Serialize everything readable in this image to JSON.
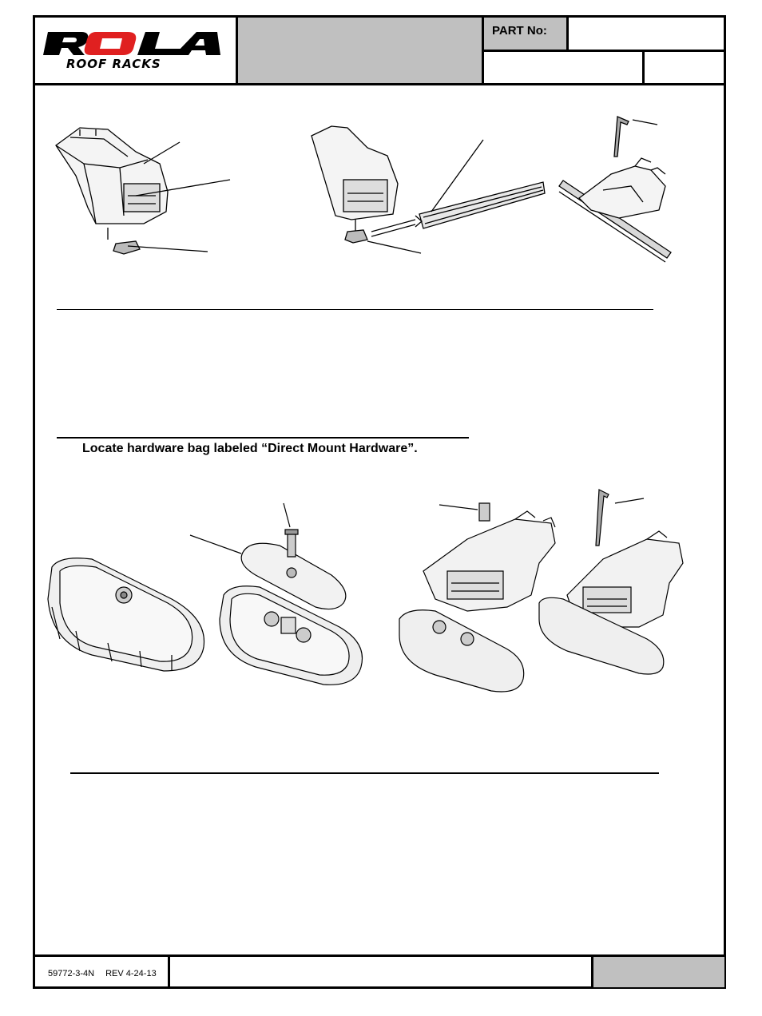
{
  "header": {
    "logo": {
      "brand": "ROLA",
      "tagline": "ROOF RACKS"
    },
    "part_no_label": "PART No:"
  },
  "section2": {
    "instruction": "Locate hardware bag labeled “Direct Mount Hardware”."
  },
  "footer": {
    "doc_number": "59772-3-4N",
    "revision": "REV 4-24-13"
  },
  "colors": {
    "header_gray": "#c0c0c0",
    "logo_red": "#e02020",
    "line": "#000000"
  }
}
